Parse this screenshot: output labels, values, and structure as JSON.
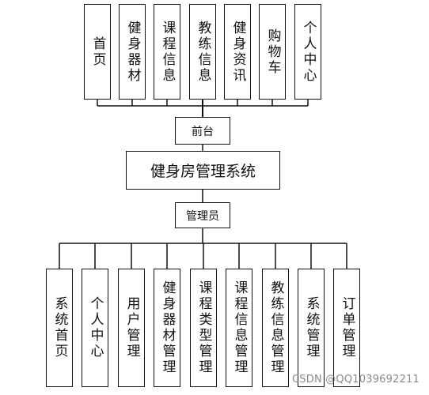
{
  "frontend": {
    "label": "前台",
    "modules": [
      "首页",
      "健身器材",
      "课程信息",
      "教练信息",
      "健身资讯",
      "购物车",
      "个人中心"
    ]
  },
  "system": {
    "title": "健身房管理系统"
  },
  "admin": {
    "label": "管理员",
    "modules": [
      "系统首页",
      "个人中心",
      "用户管理",
      "健身器材管理",
      "课程类型管理",
      "课程信息管理",
      "教练信息管理",
      "系统管理",
      "订单管理"
    ]
  },
  "watermark": "CSDN @QQ1039692211"
}
